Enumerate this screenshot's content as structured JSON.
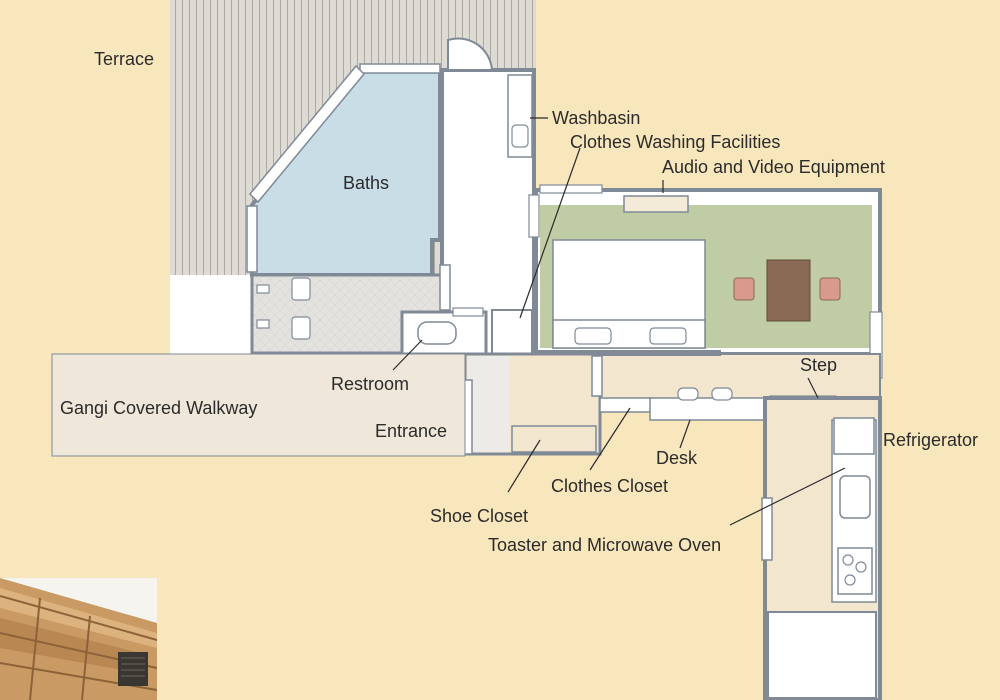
{
  "labels": {
    "terrace": "Terrace",
    "washbasin": "Washbasin",
    "clothes_washing": "Clothes Washing Facilities",
    "audio_video": "Audio and Video Equipment",
    "baths": "Baths",
    "step": "Step",
    "restroom": "Restroom",
    "gangi_walkway": "Gangi Covered Walkway",
    "entrance": "Entrance",
    "refrigerator": "Refrigerator",
    "desk": "Desk",
    "clothes_closet": "Clothes Closet",
    "shoe_closet": "Shoe Closet",
    "toaster_microwave": "Toaster and Microwave Oven"
  },
  "colors": {
    "background": "#f8e7bd",
    "wall": "#7f8a96",
    "bath_water": "#c8dde6",
    "living_green": "#c0cca4",
    "terrace_deck": "#dedbd4",
    "wood_floor": "#f3e6cf",
    "furniture": "#ffffff",
    "cushion": "#d99a8e",
    "table": "#8a6a54"
  }
}
